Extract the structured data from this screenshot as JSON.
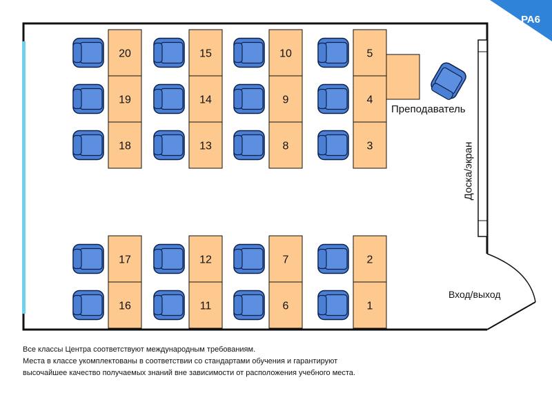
{
  "corner_tag": "РА6",
  "labels": {
    "teacher": "Преподаватель",
    "board": "Доска/экран",
    "entrance": "Вход/выход"
  },
  "notes": [
    "Все классы Центра соответствуют международным требованиям.",
    "Места в классе укомплектованы в соответствии со стандартами обучения и гарантируют",
    "высочайшее качество получаемых знаний вне зависимости от расположения учебного места."
  ],
  "seats_top": [
    [
      "20",
      "19",
      "18"
    ],
    [
      "15",
      "14",
      "13"
    ],
    [
      "10",
      "9",
      "8"
    ],
    [
      "5",
      "4",
      "3"
    ]
  ],
  "seats_bottom": [
    [
      "17",
      "16"
    ],
    [
      "12",
      "11"
    ],
    [
      "7",
      "6"
    ],
    [
      "2",
      "1"
    ]
  ],
  "colors": {
    "desk": "#fdc98f",
    "chair": "#4a7fd3",
    "window": "#6fd3ee",
    "corner": "#2f83d8"
  }
}
